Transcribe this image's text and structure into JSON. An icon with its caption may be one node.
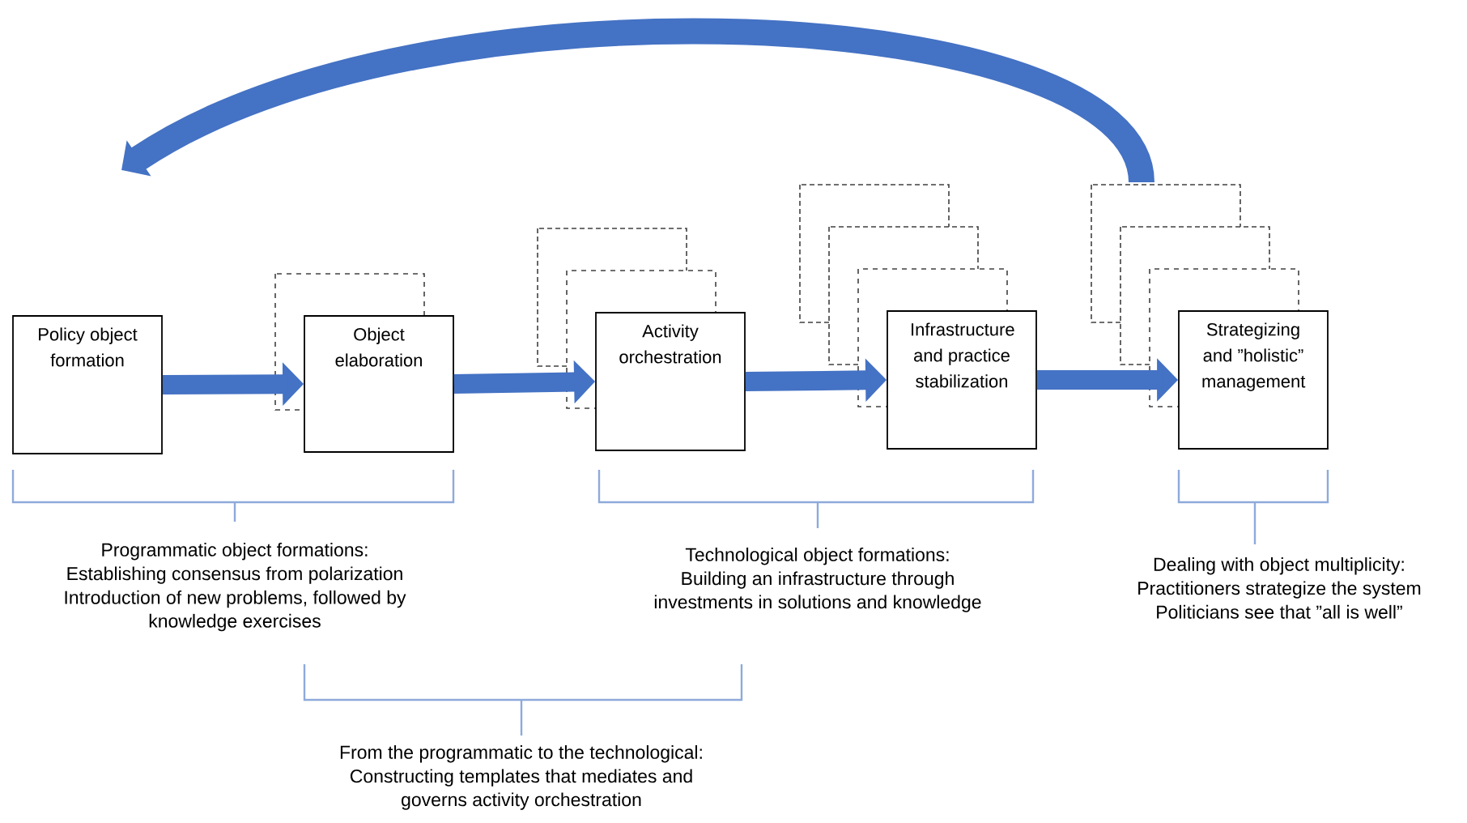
{
  "diagram": {
    "nodes": [
      {
        "text": [
          "Policy object formation"
        ]
      },
      {
        "text": [
          "Object elaboration"
        ]
      },
      {
        "text": [
          "Activity orchestration"
        ]
      },
      {
        "text": [
          "Infrastructure and practice stabilization"
        ]
      },
      {
        "text": [
          "Strategizing and ”holistic” management"
        ]
      }
    ],
    "edges": [
      {
        "from": 0,
        "to": 1,
        "arrow": "to"
      },
      {
        "from": 1,
        "to": 2,
        "arrow": "to"
      },
      {
        "from": 2,
        "to": 3,
        "arrow": "to"
      },
      {
        "from": 3,
        "to": 4,
        "arrow": "to"
      },
      {
        "from": 4,
        "to": null,
        "arrow": "to"
      }
    ],
    "labels": [
      "Programmatic object formations:",
      "Establishing consensus from polarization",
      "Introduction of new problems, followed by knowledge exercises",
      "Technological object formations:",
      "Building an infrastructure through investments in solutions and knowledge",
      "Dealing with object multiplicity:",
      "Practitioners strategize the system",
      "Politicians see that ”all is well”",
      "From the programmatic to the technological:",
      "Constructing templates that mediates and governs activity orchestration"
    ]
  }
}
